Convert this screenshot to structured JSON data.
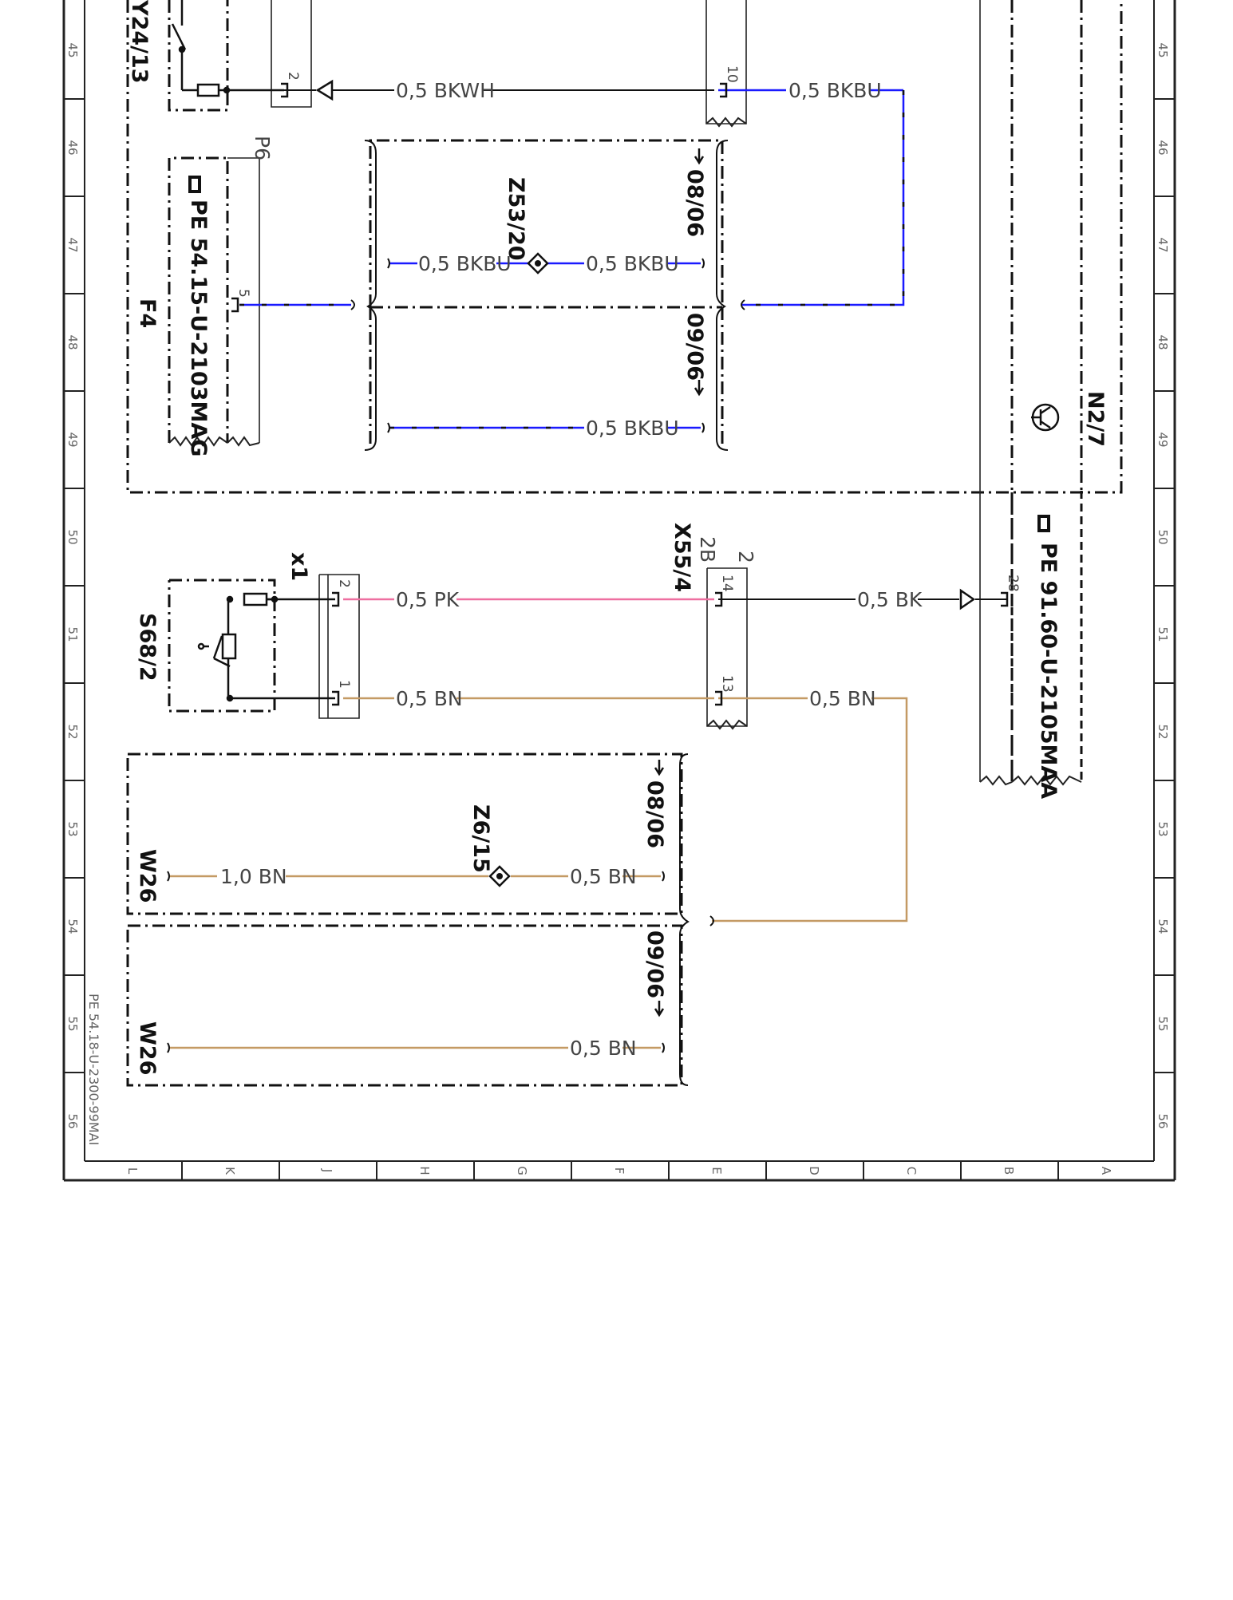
{
  "diagram": {
    "sheet_ref": "PE 54.18-U-2300-99MAI",
    "row_numbers": [
      "45",
      "46",
      "47",
      "48",
      "49",
      "50",
      "51",
      "52",
      "53",
      "54",
      "55",
      "56"
    ],
    "column_letters": [
      "L",
      "K",
      "J",
      "H",
      "G",
      "F",
      "E",
      "D",
      "C",
      "B",
      "A"
    ],
    "components": {
      "y24_13": "Y24/13",
      "f4_ref": "PE 54.15-U-2103MAG",
      "f4_name": "F4",
      "f4_pin": "P6",
      "z53_20": "Z53/20",
      "n2_7": "N2/7",
      "n2_7_ref": "PE 91.60-U-2105MAA",
      "x55_4": "X55/4",
      "x55_4_a": "2B",
      "x55_4_b": "2",
      "x1": "x1",
      "s68_2": "S68/2",
      "z6_15": "Z6/15",
      "w26_a": "W26",
      "w26_b": "W26"
    },
    "variants": {
      "v0806_top": "08/06",
      "v0906_top": "09/06",
      "v0806_bottom": "08/06",
      "v0906_bottom": "09/06"
    },
    "pins": {
      "y_2": "2",
      "x_10": "10",
      "f4_5": "5",
      "x1_2": "2",
      "x1_1": "1",
      "x55_14": "14",
      "x55_13": "13",
      "n2_28": "28"
    },
    "wires": {
      "bkwh": "0,5 BKWH",
      "bkbu_top": "0,5 BKBU",
      "bkbu_z_left": "0,5 BKBU",
      "bkbu_z_right": "0,5 BKBU",
      "bkbu_lower": "0,5 BKBU",
      "pk": "0,5 PK",
      "bk": "0,5 BK",
      "bn_1": "0,5 BN",
      "bn_2": "0,5 BN",
      "bn_w26_left": "1,0 BN",
      "bn_w26_right": "0,5 BN",
      "bn_w26b": "0,5 BN"
    },
    "colors": {
      "frame": "#222222",
      "black_wire": "#111111",
      "blue_wire": "#1a1aff",
      "pink_wire": "#ee6fa0",
      "brown_wire": "#c49a64",
      "grey_text": "#555555"
    }
  }
}
